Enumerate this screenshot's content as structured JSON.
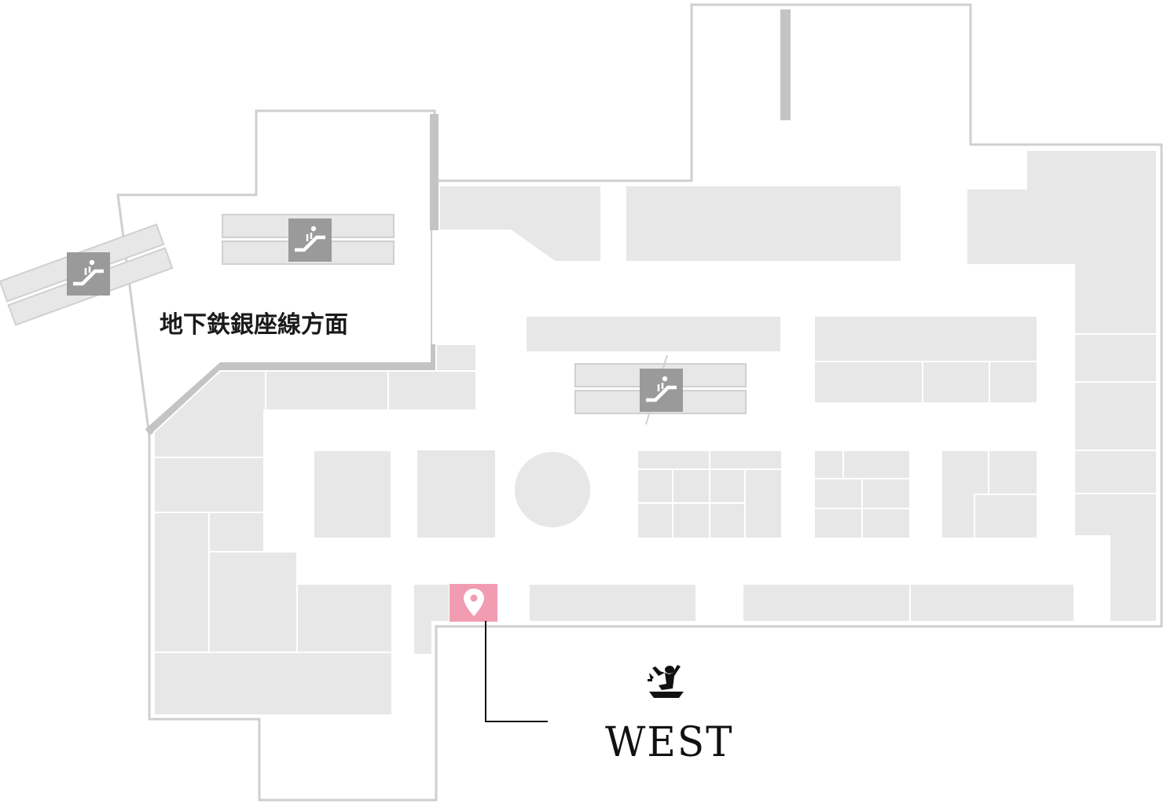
{
  "map": {
    "area_label": "地下鉄銀座線方面",
    "store": {
      "name": "WEST",
      "logo_icon": "west-logo-figure-icon",
      "marker_icon": "location-pin-icon",
      "highlight_color": "#f29cb1"
    },
    "facilities": [
      {
        "type": "escalator",
        "icon": "escalator-icon"
      },
      {
        "type": "escalator",
        "icon": "escalator-icon"
      },
      {
        "type": "escalator",
        "icon": "escalator-icon"
      }
    ],
    "colors": {
      "background": "#ffffff",
      "floor_outline": "#cfcfcf",
      "shop_block": "#e7e7e7",
      "wall": "#c2c2c2",
      "icon_badge": "#9a9a9a",
      "leader_line": "#111111"
    }
  }
}
